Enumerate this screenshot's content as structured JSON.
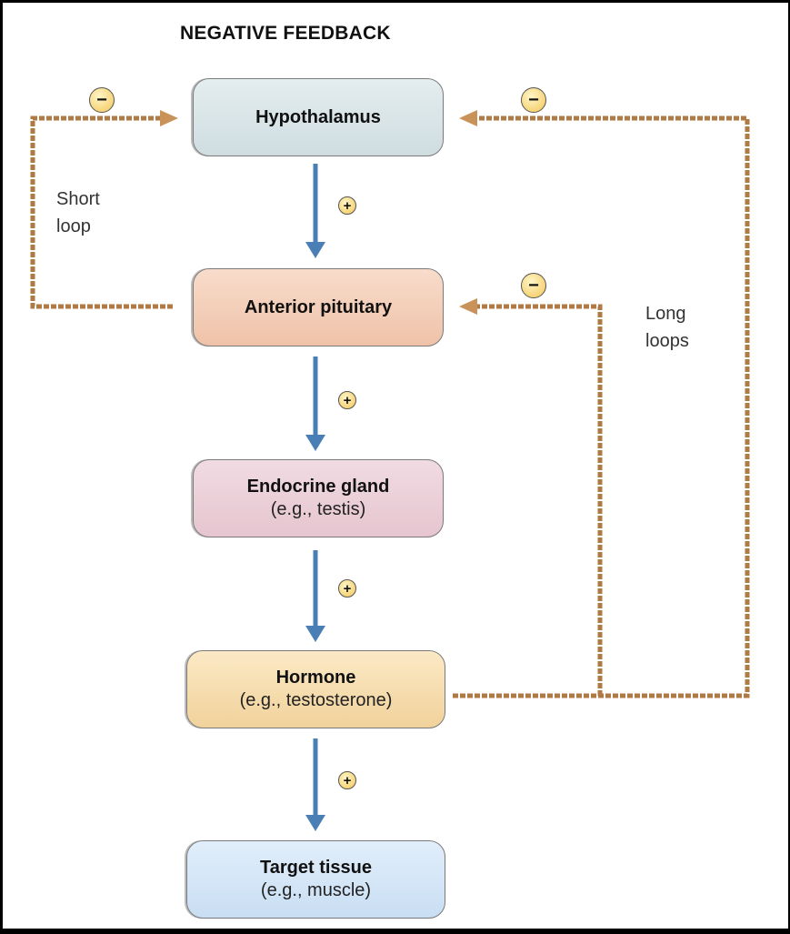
{
  "title": "NEGATIVE FEEDBACK",
  "nodes": [
    {
      "id": "hypothalamus",
      "label": "Hypothalamus",
      "sublabel": ""
    },
    {
      "id": "anterior-pituitary",
      "label": "Anterior pituitary",
      "sublabel": ""
    },
    {
      "id": "endocrine-gland",
      "label": "Endocrine gland",
      "sublabel": "(e.g., testis)"
    },
    {
      "id": "hormone",
      "label": "Hormone",
      "sublabel": "(e.g., testosterone)"
    },
    {
      "id": "target-tissue",
      "label": "Target tissue",
      "sublabel": "(e.g., muscle)"
    }
  ],
  "loop_labels": {
    "short_line1": "Short",
    "short_line2": "loop",
    "long_line1": "Long",
    "long_line2": "loops"
  },
  "signs": {
    "positive": "+",
    "negative": "−"
  },
  "colors": {
    "stimulation_arrow": "#4a7fb5",
    "feedback_arrow": "#b07a45"
  }
}
